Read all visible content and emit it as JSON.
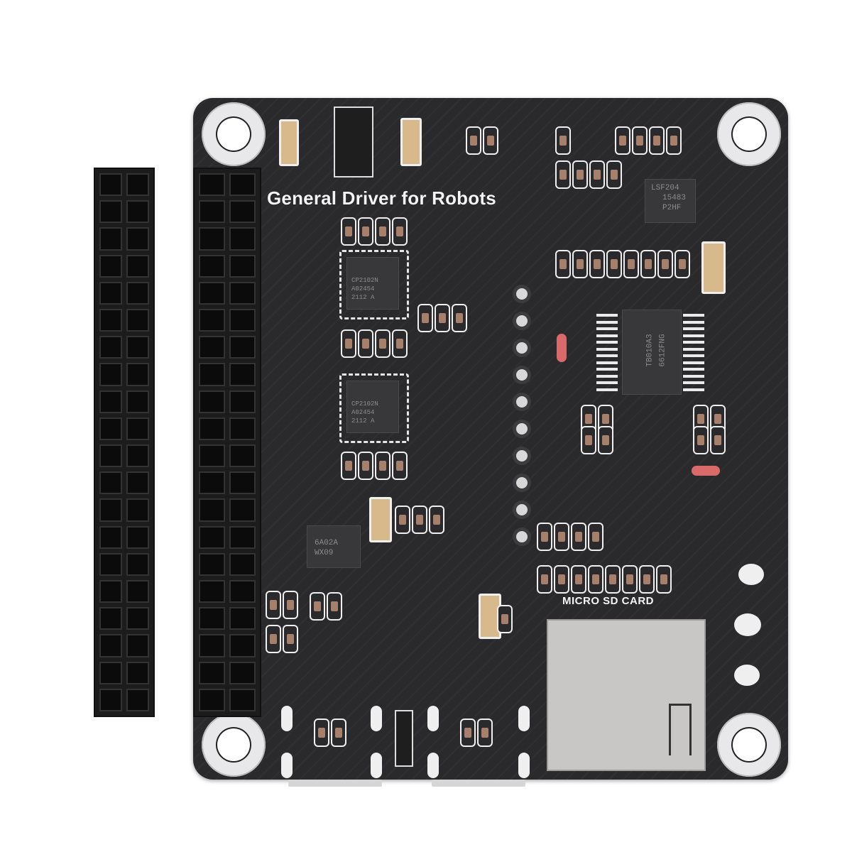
{
  "image": {
    "subject": "Robot driver HAT circuit board (product photo)",
    "background_color": "#ffffff",
    "board_color": "#2a2a2c"
  },
  "silkscreen": {
    "title": "General Driver for Robots",
    "sd_label": "MICRO SD CARD"
  },
  "chips": {
    "motor_driver": {
      "line1": "TB010A3",
      "line2": "6612FNG"
    },
    "level_shifter": {
      "line1": "LSF204",
      "line2": "15483",
      "line3": "P2HF"
    },
    "usb_uart_1": {
      "line1": "CP2102N",
      "line2": "A02454",
      "line3": "2112 A"
    },
    "usb_uart_2": {
      "line1": "CP2102N",
      "line2": "A02454",
      "line3": "2112 A"
    },
    "soic8": {
      "line1": "6A02A",
      "line2": "WX09"
    }
  },
  "connectors": {
    "gpio_header": "2x20 female header",
    "sd_slot": "microSD card slot",
    "usb_ports": 2
  }
}
